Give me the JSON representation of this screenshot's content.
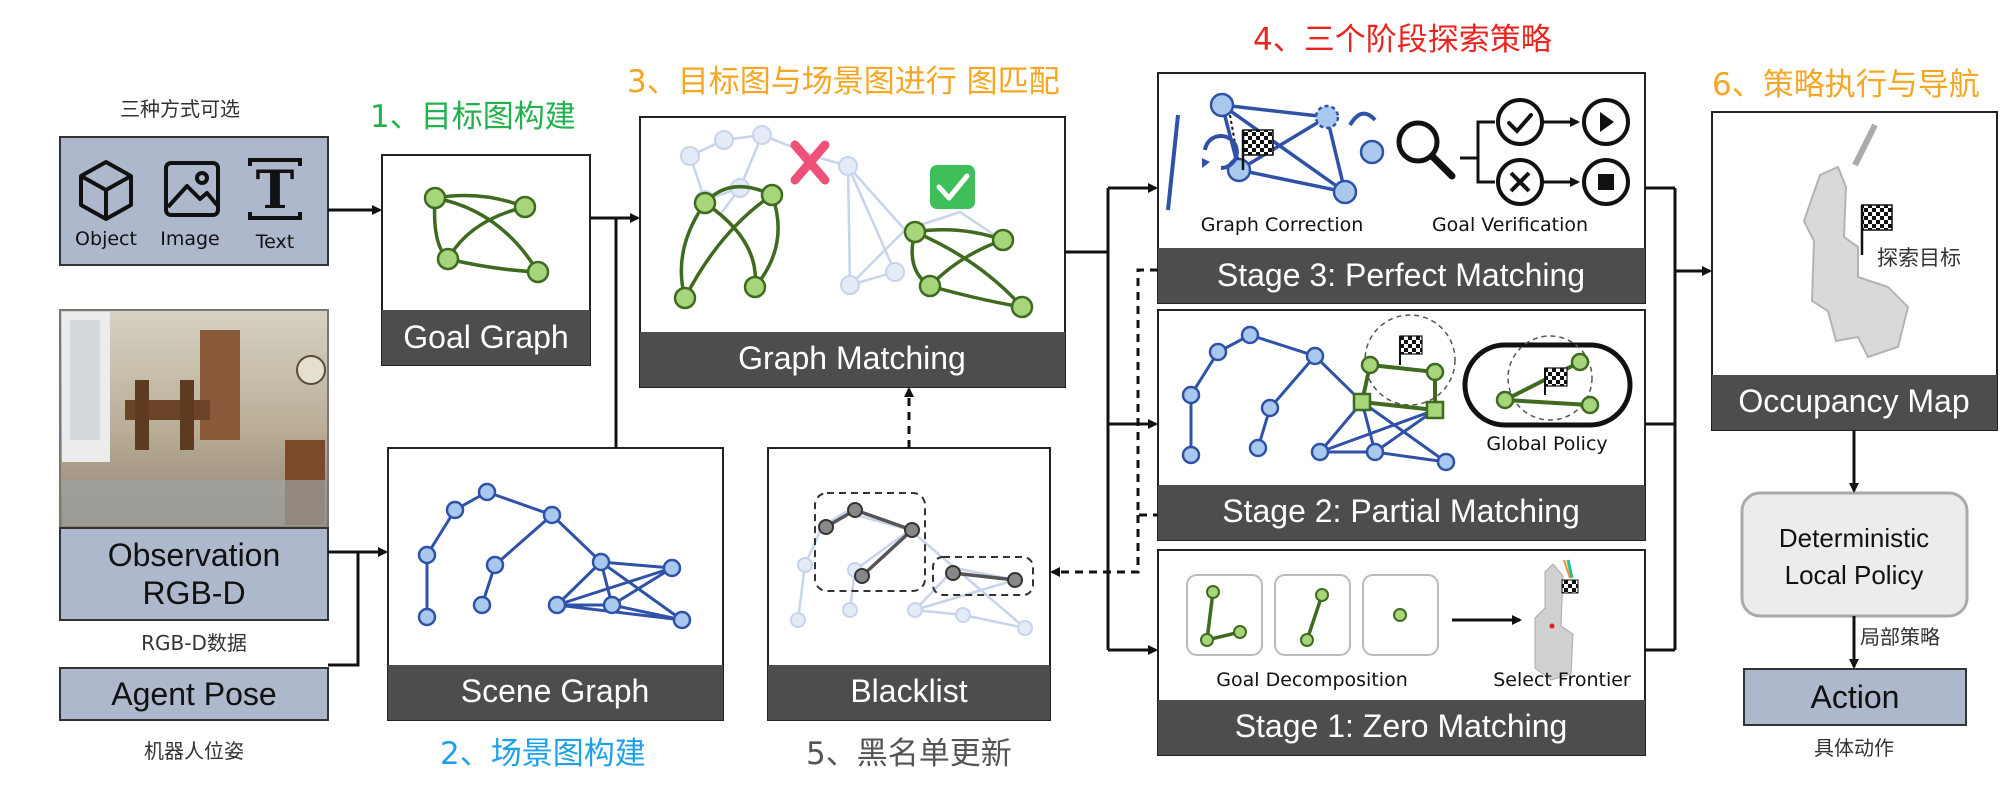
{
  "colors": {
    "green_title": "#22b14c",
    "orange_title": "#f5a623",
    "red_title": "#e8251f",
    "blue_title": "#1ea1e8",
    "gray_title": "#555555",
    "dark_bar": "#4d4d4d",
    "input_fill": "#aeb8cc",
    "graph_blue": "#2f52a8",
    "graph_green": "#3f6a1f",
    "node_blue_fill": "#a9c8ee",
    "node_green_fill": "#a6d57b"
  },
  "steps": {
    "s1": "1、目标图构建",
    "s2": "2、场景图构建",
    "s3": "3、目标图与场景图进行 图匹配",
    "s4": "4、三个阶段探索策略",
    "s5": "5、黑名单更新",
    "s6": "6、策略执行与导航"
  },
  "inputs": {
    "modes_caption": "三种方式可选",
    "object": "Object",
    "image": "Image",
    "text": "Text",
    "observation_line1": "Observation",
    "observation_line2": "RGB-D",
    "rgbd_caption": "RGB-D数据",
    "agent_pose": "Agent Pose",
    "pose_caption": "机器人位姿"
  },
  "modules": {
    "goal_graph": "Goal Graph",
    "scene_graph": "Scene Graph",
    "graph_matching": "Graph Matching",
    "blacklist": "Blacklist"
  },
  "stages": {
    "stage3": "Stage 3: Perfect Matching",
    "graph_correction": "Graph Correction",
    "goal_verification": "Goal Verification",
    "stage2": "Stage 2: Partial Matching",
    "global_policy": "Global Policy",
    "stage1": "Stage 1: Zero Matching",
    "goal_decomposition": "Goal Decomposition",
    "select_frontier": "Select Frontier"
  },
  "output": {
    "occupancy_map": "Occupancy Map",
    "explore_target": "探索目标",
    "local_policy_line1": "Deterministic",
    "local_policy_line2": "Local Policy",
    "local_policy_caption": "局部策略",
    "action": "Action",
    "action_caption": "具体动作"
  }
}
